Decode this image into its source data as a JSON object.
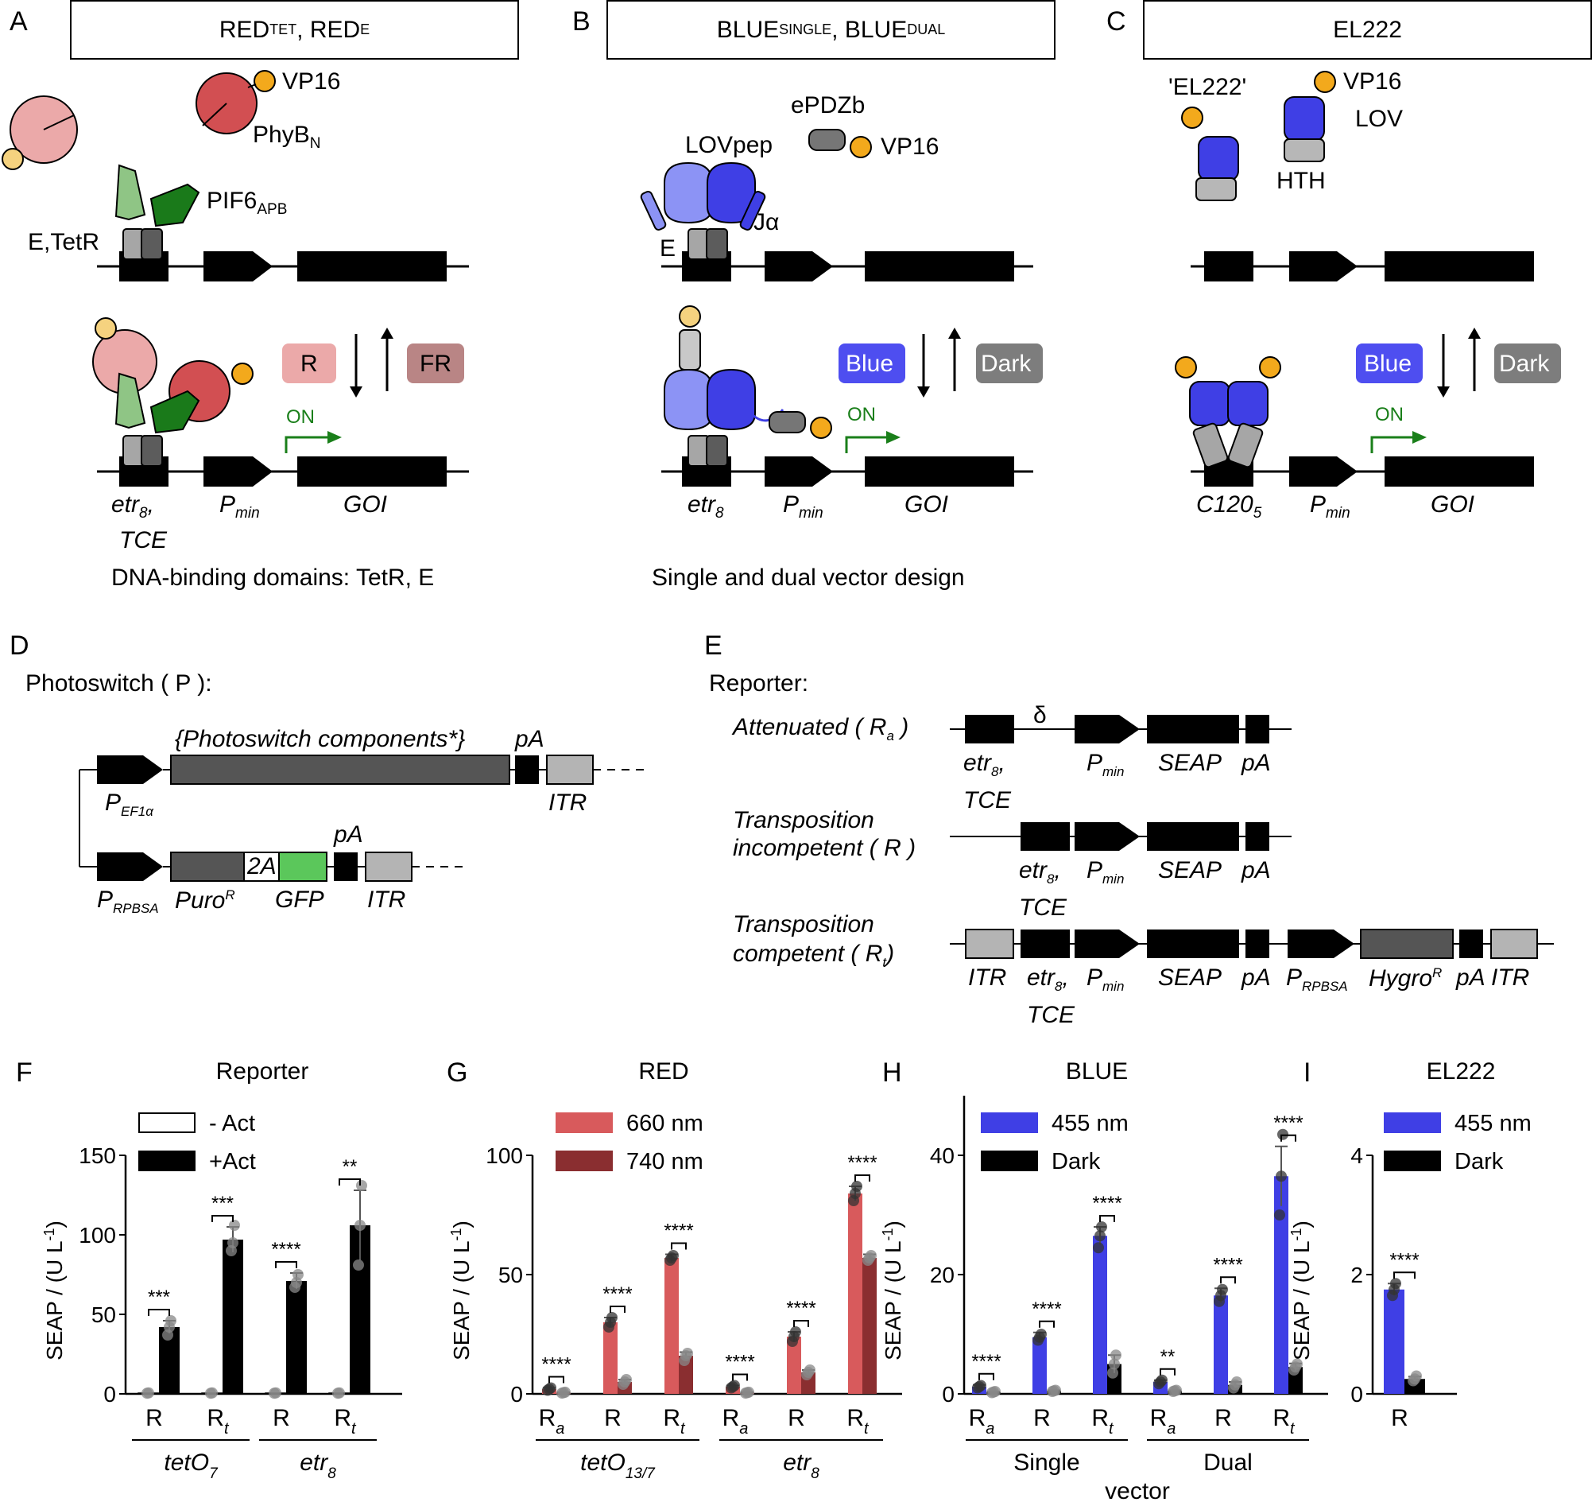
{
  "panels": {
    "A": {
      "letter": "A",
      "header_main1": "RED",
      "header_sub1": "TET",
      "header_sep": ", ",
      "header_main2": "RED",
      "header_sub2": "E",
      "labels": {
        "vp16": "VP16",
        "phyb": "PhyB",
        "phyb_sub": "N",
        "pif6": "PIF6",
        "pif6_sub": "APB",
        "etetr": "E,TetR",
        "r_box": "R",
        "fr_box": "FR",
        "on": "ON",
        "etr": "etr",
        "etr_sub": "8",
        "etr_comma": ",",
        "tce": "TCE",
        "pmin": "P",
        "pmin_sub": "min",
        "goi": "GOI",
        "caption": "DNA-binding domains: TetR, E"
      }
    },
    "B": {
      "letter": "B",
      "header_main1": "BLUE",
      "header_sub1": "SINGLE",
      "header_sep": ", ",
      "header_main2": "BLUE",
      "header_sub2": "DUAL",
      "labels": {
        "epdzb": "ePDZb",
        "vp16": "VP16",
        "lovpep": "LOVpep",
        "jalpha": "Jα",
        "e": "E",
        "blue_box": "Blue",
        "dark_box": "Dark",
        "on": "ON",
        "etr": "etr",
        "etr_sub": "8",
        "pmin": "P",
        "pmin_sub": "min",
        "goi": "GOI",
        "caption": "Single and dual vector design"
      }
    },
    "C": {
      "letter": "C",
      "header": "EL222",
      "labels": {
        "el222": "'EL222'",
        "vp16": "VP16",
        "lov": "LOV",
        "hth": "HTH",
        "blue_box": "Blue",
        "dark_box": "Dark",
        "on": "ON",
        "c120": "C120",
        "c120_sub": "5",
        "pmin": "P",
        "pmin_sub": "min",
        "goi": "GOI"
      }
    },
    "D": {
      "letter": "D",
      "title": "Photoswitch ( P ):",
      "components": "{Photoswitch components*}",
      "pa": "pA",
      "itr": "ITR",
      "pef": "P",
      "pef_sub": "EF1α",
      "prpbsa": "P",
      "prpbsa_sub": "RPBSA",
      "puro": "Puro",
      "puro_sup": "R",
      "twoa": "2A",
      "gfp": "GFP"
    },
    "E": {
      "letter": "E",
      "title": "Reporter:",
      "delta": "δ",
      "att1": "Attenuated ( R",
      "att_sub": "a",
      "att2": " )",
      "ti1": "Transposition",
      "ti2": "incompetent ( R )",
      "tc1": "Transposition",
      "tc2a": "competent ( R",
      "tc_sub": "t",
      "tc2b": ")",
      "etr": "etr",
      "etr_sub": "8",
      "etr_comma": ",",
      "tce": "TCE",
      "pmin": "P",
      "pmin_sub": "min",
      "seap": "SEAP",
      "pa": "pA",
      "itr": "ITR",
      "prpbsa": "P",
      "prpbsa_sub": "RPBSA",
      "hygro": "Hygro",
      "hygro_sup": "R"
    }
  },
  "chart_data": [
    {
      "id": "F",
      "letter": "F",
      "type": "bar",
      "title": "Reporter",
      "ylabel": "SEAP / (U L",
      "ylabel_sup": "-1",
      "ylabel_end": ")",
      "ylim": [
        0,
        150
      ],
      "yticks": [
        0,
        50,
        100,
        150
      ],
      "legend": [
        {
          "name": "- Act",
          "color": "#ffffff",
          "stroke": "#000000"
        },
        {
          "name": "+Act",
          "color": "#000000",
          "stroke": "#000000"
        }
      ],
      "categories": [
        {
          "main": "R",
          "sub": ""
        },
        {
          "main": "R",
          "sub": "t"
        },
        {
          "main": "R",
          "sub": ""
        },
        {
          "main": "R",
          "sub": "t"
        }
      ],
      "groups": [
        {
          "main": "tetO",
          "sub": "7",
          "from": 0,
          "to": 1
        },
        {
          "main": "etr",
          "sub": "8",
          "from": 2,
          "to": 3
        }
      ],
      "series": [
        {
          "name": "- Act",
          "color": "#ffffff",
          "values": [
            0.5,
            0.5,
            0.5,
            0.5
          ],
          "err": [
            0,
            0,
            0,
            0
          ],
          "points": [
            [
              0.4,
              0.6
            ],
            [
              0.4,
              0.6
            ],
            [
              0.4,
              0.6
            ],
            [
              0.4,
              0.6
            ]
          ]
        },
        {
          "name": "+Act",
          "color": "#000000",
          "values": [
            42,
            97,
            71,
            106
          ],
          "err": [
            4,
            8,
            5,
            22
          ],
          "points": [
            [
              37,
              42,
              46
            ],
            [
              90,
              95,
              106
            ],
            [
              67,
              70,
              75
            ],
            [
              81,
              106,
              131
            ]
          ]
        }
      ],
      "significance": [
        "***",
        "***",
        "****",
        "**"
      ]
    },
    {
      "id": "G",
      "letter": "G",
      "type": "bar",
      "title": "RED",
      "ylabel": "SEAP / (U L",
      "ylabel_sup": "-1",
      "ylabel_end": ")",
      "ylim": [
        0,
        100
      ],
      "yticks": [
        0,
        50,
        100
      ],
      "legend": [
        {
          "name": "660 nm",
          "color": "#d85a5c"
        },
        {
          "name": "740 nm",
          "color": "#8a2e30"
        }
      ],
      "categories": [
        {
          "main": "R",
          "sub": "a"
        },
        {
          "main": "R",
          "sub": ""
        },
        {
          "main": "R",
          "sub": "t"
        },
        {
          "main": "R",
          "sub": "a"
        },
        {
          "main": "R",
          "sub": ""
        },
        {
          "main": "R",
          "sub": "t"
        }
      ],
      "groups": [
        {
          "main": "tetO",
          "sub": "13/7",
          "from": 0,
          "to": 2
        },
        {
          "main": "etr",
          "sub": "8",
          "from": 3,
          "to": 5
        }
      ],
      "series": [
        {
          "name": "660 nm",
          "color": "#d85a5c",
          "values": [
            2,
            30,
            57,
            3,
            24,
            84
          ],
          "err": [
            0.5,
            2,
            1.5,
            0.5,
            2,
            3
          ],
          "points": [
            [
              1.5,
              2,
              2.5
            ],
            [
              28,
              30,
              32
            ],
            [
              56,
              57,
              58
            ],
            [
              2.5,
              3,
              3.5
            ],
            [
              22,
              24,
              26
            ],
            [
              81,
              84,
              87
            ]
          ]
        },
        {
          "name": "740 nm",
          "color": "#8a2e30",
          "values": [
            0.5,
            5,
            16,
            0.5,
            9,
            57
          ],
          "err": [
            0.2,
            1,
            1.5,
            0.2,
            1,
            1.5
          ],
          "points": [
            [
              0.3,
              0.5,
              0.7
            ],
            [
              4,
              5,
              6
            ],
            [
              14,
              16,
              17
            ],
            [
              0.3,
              0.5,
              0.7
            ],
            [
              8,
              9,
              10
            ],
            [
              56,
              57,
              58
            ]
          ]
        }
      ],
      "significance": [
        "****",
        "****",
        "****",
        "****",
        "****",
        "****"
      ]
    },
    {
      "id": "H",
      "letter": "H",
      "type": "bar",
      "title": "BLUE",
      "ylabel": "SEAP / (U L",
      "ylabel_sup": "-1",
      "ylabel_end": ")",
      "ylim": [
        0,
        50
      ],
      "yticks": [
        0,
        20,
        40
      ],
      "legend": [
        {
          "name": "455 nm",
          "color": "#3f3fe5"
        },
        {
          "name": "Dark",
          "color": "#000000"
        }
      ],
      "categories": [
        {
          "main": "R",
          "sub": "a"
        },
        {
          "main": "R",
          "sub": ""
        },
        {
          "main": "R",
          "sub": "t"
        },
        {
          "main": "R",
          "sub": "a"
        },
        {
          "main": "R",
          "sub": ""
        },
        {
          "main": "R",
          "sub": "t"
        }
      ],
      "groups": [
        {
          "main": "Single",
          "sub": "",
          "from": 0,
          "to": 2
        },
        {
          "main": "Dual",
          "sub": "",
          "from": 3,
          "to": 5
        }
      ],
      "group_title": "vector",
      "series": [
        {
          "name": "455 nm",
          "color": "#3f3fe5",
          "values": [
            1.2,
            9.5,
            26.5,
            2,
            16.5,
            36.5
          ],
          "err": [
            0.3,
            0.8,
            1.5,
            0.3,
            1.2,
            5
          ],
          "points": [
            [
              1,
              1.2,
              1.4
            ],
            [
              9,
              9.5,
              10
            ],
            [
              24.5,
              26.5,
              28
            ],
            [
              1.7,
              2,
              2.3
            ],
            [
              15.5,
              16.5,
              17.5
            ],
            [
              30,
              36.5,
              43.5
            ]
          ]
        },
        {
          "name": "Dark",
          "color": "#000000",
          "values": [
            0.3,
            0.5,
            5,
            0.5,
            1.5,
            4.5
          ],
          "err": [
            0.1,
            0.1,
            1.5,
            0.1,
            0.5,
            0.6
          ],
          "points": [
            [
              0.2,
              0.3,
              0.4
            ],
            [
              0.4,
              0.5,
              0.6
            ],
            [
              3.5,
              5,
              6.5
            ],
            [
              0.4,
              0.5,
              0.6
            ],
            [
              1,
              1.5,
              2
            ],
            [
              4,
              4.5,
              5
            ]
          ]
        }
      ],
      "significance": [
        "****",
        "****",
        "****",
        "**",
        "****",
        "****"
      ]
    },
    {
      "id": "I",
      "letter": "I",
      "type": "bar",
      "title": "EL222",
      "ylabel": "SEAP / (U L",
      "ylabel_sup": "-1",
      "ylabel_end": ")",
      "ylim": [
        0,
        4
      ],
      "yticks": [
        0,
        2,
        4
      ],
      "legend": [
        {
          "name": "455 nm",
          "color": "#3f3fe5"
        },
        {
          "name": "Dark",
          "color": "#000000"
        }
      ],
      "categories": [
        {
          "main": "R",
          "sub": ""
        }
      ],
      "groups": [],
      "series": [
        {
          "name": "455 nm",
          "color": "#3f3fe5",
          "values": [
            1.75
          ],
          "err": [
            0.1
          ],
          "points": [
            [
              1.65,
              1.75,
              1.85
            ]
          ]
        },
        {
          "name": "Dark",
          "color": "#000000",
          "values": [
            0.25
          ],
          "err": [
            0.04
          ],
          "points": [
            [
              0.22,
              0.25,
              0.3
            ]
          ]
        }
      ],
      "significance": [
        "****"
      ]
    }
  ]
}
